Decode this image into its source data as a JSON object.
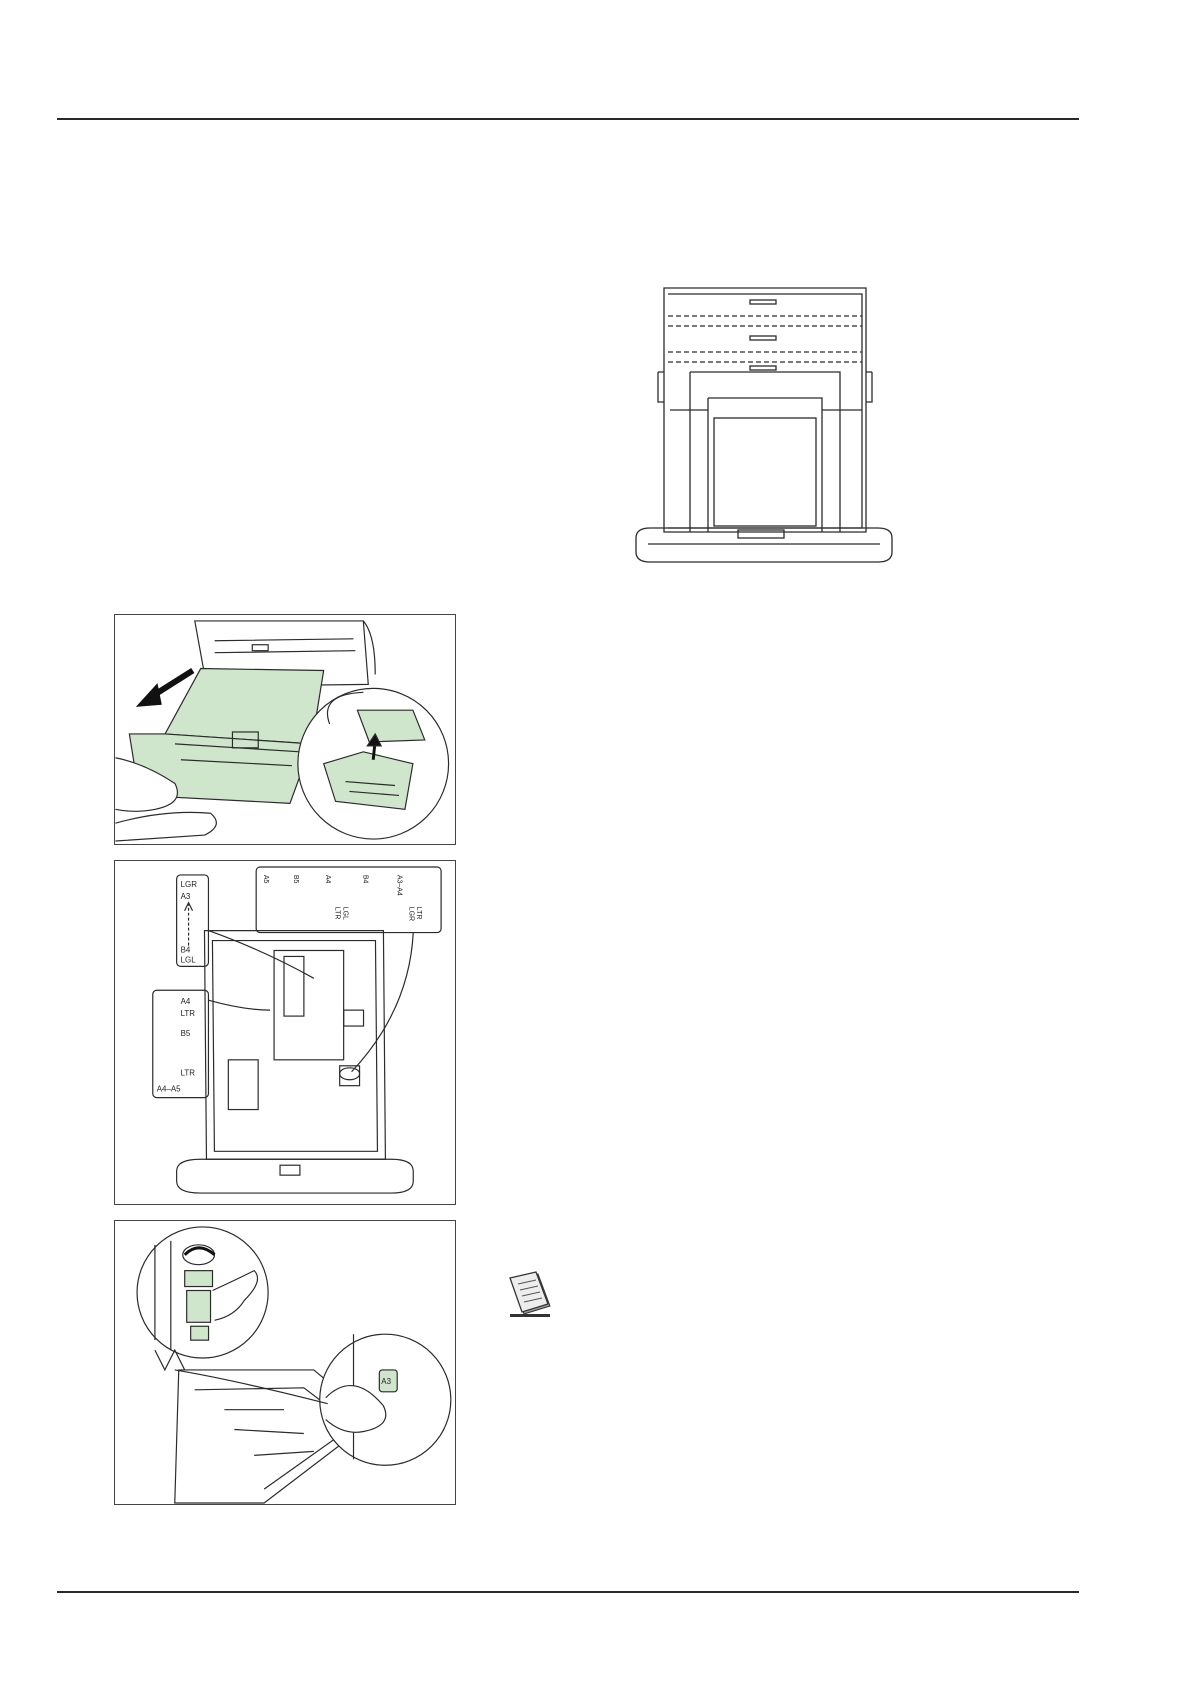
{
  "figure_labels": {
    "top_left_stack": [
      "LGR",
      "A3"
    ],
    "bottom_left_stack": [
      "B4",
      "LGL"
    ],
    "side_stack": [
      "A4",
      "LTR",
      "B5",
      "LTR",
      "A4–A5"
    ],
    "top_row": [
      "A5",
      "B5",
      "A4",
      "B4",
      "A3–A4"
    ],
    "top_row_sub": [
      "LTR",
      "LGL",
      "LGR",
      "LTR"
    ],
    "dial_label": "A3"
  },
  "colors": {
    "tray_green": "#cfe6cc",
    "line": "#2b2b2b",
    "frame": "#444444"
  },
  "icons": {
    "note": "note-icon"
  }
}
